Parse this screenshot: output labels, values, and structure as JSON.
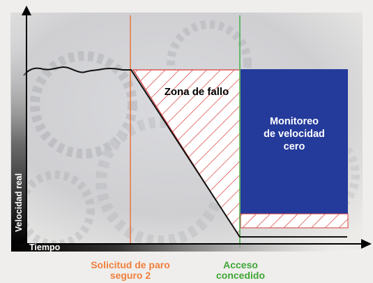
{
  "axes": {
    "x_label": "Tiempo",
    "y_label": "Velocidad real"
  },
  "events": {
    "stop_request": "Solicitud de paro\nseguro 2",
    "access_granted": "Acceso\nconcedido"
  },
  "zones": {
    "failure_zone": "Zona de fallo",
    "zero_speed_monitoring": "Monitoreo\nde velocidad\ncero"
  },
  "colors": {
    "stop_request_line": "#e8784a",
    "access_granted_line": "#4caf50",
    "stop_request_text": "#f07f3c",
    "access_granted_text": "#3fa535",
    "monitoring_box": "#243b9b",
    "hatch": "#d63a3a",
    "speed_curve": "#111111"
  }
}
